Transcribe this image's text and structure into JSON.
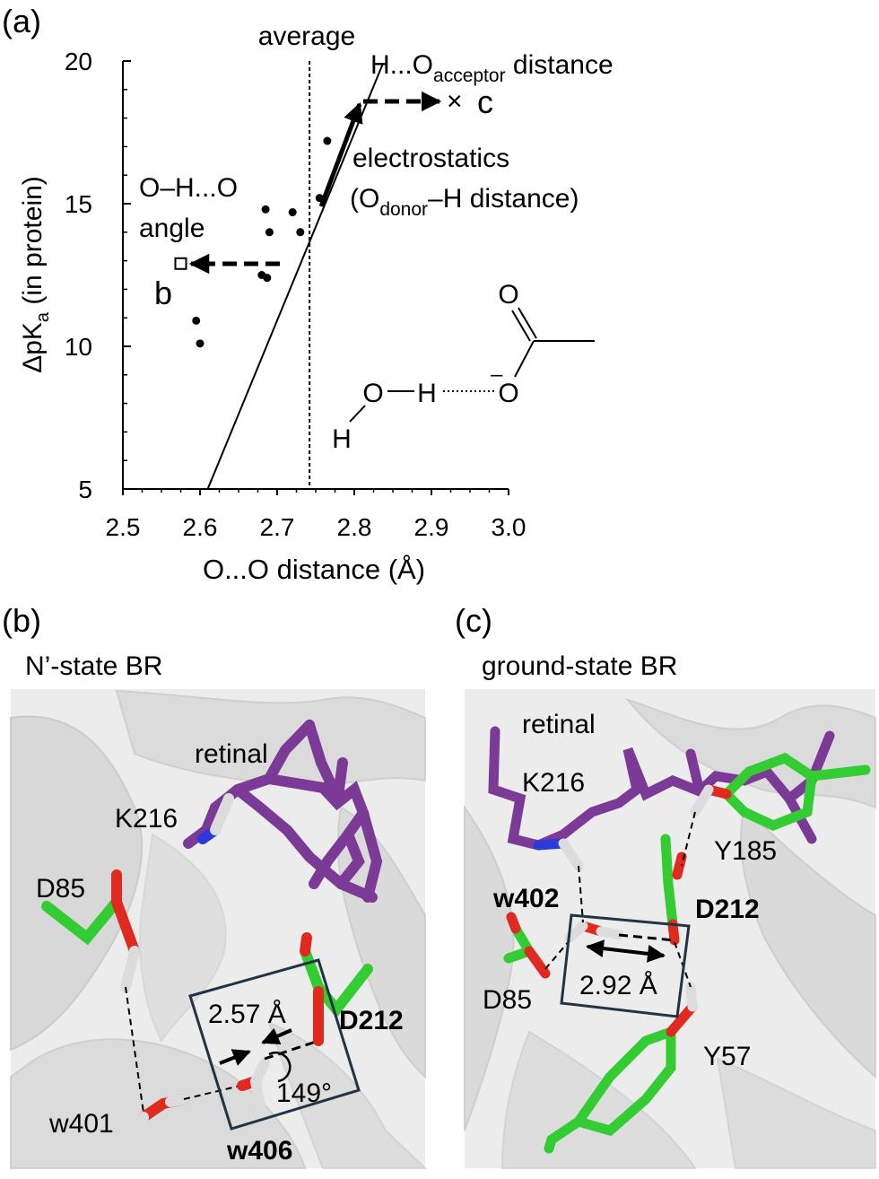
{
  "panel_a": {
    "label": "(a)",
    "xlabel": "O...O distance (Å)",
    "ylabel_parts": [
      "ΔpK",
      "a",
      " (in protein)"
    ],
    "annotations": {
      "average": "average",
      "ho_main": "H...O",
      "ho_sub": "acceptor",
      "ho_tail": " distance",
      "c_marker": "×",
      "c": "c",
      "electrostatics": "electrostatics",
      "od_open": "(O",
      "od_sub": "donor",
      "od_tail": "–H distance)",
      "ohoo": "O–H...O",
      "angle": "angle",
      "b": "b"
    },
    "structure": {
      "o_top": "O",
      "o_left": "O",
      "h_mid": "H",
      "h_bottom": "H",
      "o_right": "O",
      "minus": "–"
    }
  },
  "chart_data": {
    "type": "scatter",
    "xlabel": "O...O distance (Å)",
    "ylabel": "ΔpKa (in protein)",
    "xlim": [
      2.5,
      3.0
    ],
    "ylim": [
      5,
      20
    ],
    "x_ticks": [
      "2.5",
      "2.6",
      "2.7",
      "2.8",
      "2.9",
      "3.0"
    ],
    "y_ticks": [
      "5",
      "10",
      "15",
      "20"
    ],
    "series": [
      {
        "points": [
          {
            "x": 2.595,
            "y": 10.9
          },
          {
            "x": 2.6,
            "y": 10.1
          },
          {
            "x": 2.68,
            "y": 12.5
          },
          {
            "x": 2.687,
            "y": 12.4
          },
          {
            "x": 2.685,
            "y": 14.8
          },
          {
            "x": 2.69,
            "y": 14.0
          },
          {
            "x": 2.72,
            "y": 14.7
          },
          {
            "x": 2.73,
            "y": 14.0
          },
          {
            "x": 2.755,
            "y": 15.2
          },
          {
            "x": 2.765,
            "y": 17.2
          }
        ]
      }
    ],
    "fit_line": {
      "x": [
        2.61,
        2.837
      ],
      "y": [
        5,
        19.9
      ]
    },
    "average_x": 2.742,
    "markers": [
      {
        "label": "b",
        "shape": "open-square",
        "x": 2.575,
        "y": 12.9
      },
      {
        "label": "c",
        "shape": "cross",
        "x": 2.93,
        "y": 18.6
      }
    ]
  },
  "panel_b": {
    "label": "(b)",
    "title": "N’-state BR",
    "retinal": "retinal",
    "k216": "K216",
    "d85": "D85",
    "w401": "w401",
    "w406": "w406",
    "d212": "D212",
    "distance": "2.57 Å",
    "angle": "149°"
  },
  "panel_c": {
    "label": "(c)",
    "title": "ground-state BR",
    "retinal": "retinal",
    "k216": "K216",
    "w402": "w402",
    "d85": "D85",
    "d212": "D212",
    "y185": "Y185",
    "y57": "Y57",
    "distance": "2.92 Å"
  },
  "colors": {
    "carbon_green": "#33cc33",
    "retinal_purple": "#7b3a96",
    "oxygen_red": "#e02a20",
    "nitrogen_blue": "#2a3adb",
    "hydrogen_white": "#dcdcdc",
    "protein_gray": "#d6d6d6",
    "box_navy": "#223344"
  }
}
